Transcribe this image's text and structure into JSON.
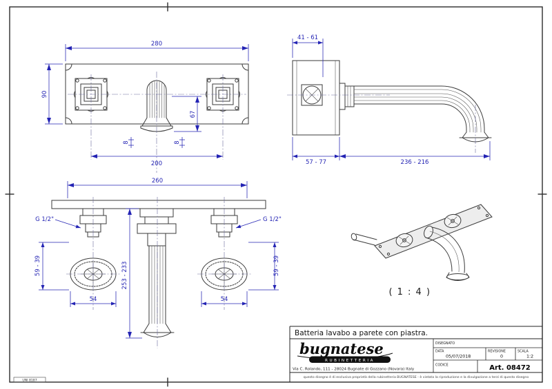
{
  "sheet": {
    "standard_note": "UNI 8187"
  },
  "views": {
    "front": {
      "plate_width": "280",
      "plate_height": "90",
      "handle_spacing": "200",
      "spout_height": "67",
      "offset_left": "8",
      "offset_right": "8"
    },
    "side": {
      "handle_depth": "41 - 61",
      "plate_depth": "57 - 77",
      "spout_reach": "236 - 216"
    },
    "plan": {
      "body_width": "260",
      "thread_left": "G 1/2\"",
      "thread_right": "G 1/2\"",
      "handle_offset_left": "59 - 39",
      "handle_offset_right": "59 - 39",
      "handle_width_left": "54",
      "handle_width_right": "54",
      "total_depth": "253 - 233"
    },
    "iso": {
      "scale_note": "( 1 : 4 )"
    }
  },
  "titleblock": {
    "title": "Batteria lavabo a parete con piastra.",
    "brand": "bugnatese",
    "brand_sub": "RUBINETTERIA",
    "address": "Via C. Rolando, 111 - 28024 Bugnate di Gozzano (Novara) Italy",
    "disegnato_label": "DISEGNATO",
    "data_label": "DATA",
    "data_value": "05/07/2018",
    "revisione_label": "REVISIONE",
    "revisione_value": "0",
    "scala_label": "SCALA",
    "scala_value": "1:2",
    "codice_label": "CODICE",
    "codice_value": "Art. 08472",
    "fineprint": "questo disegno è di esclusiva proprietà della rubinetteria BUGNATESE - è vietata la riproduzione e la divulgazione a terzi di questo disegno"
  }
}
